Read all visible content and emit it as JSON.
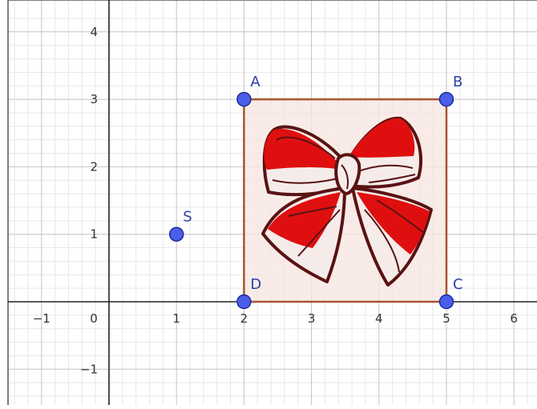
{
  "graph": {
    "x_range": [
      -1.5,
      6.5
    ],
    "y_range": [
      -1.5,
      4.3
    ],
    "minor_step": 0.2,
    "major_step": 1,
    "x_ticks": [
      -1,
      0,
      1,
      2,
      3,
      4,
      5,
      6
    ],
    "y_ticks": [
      -1,
      1,
      2,
      3,
      4
    ],
    "x_tick_labels": [
      "−1",
      "0",
      "1",
      "2",
      "3",
      "4",
      "5",
      "6"
    ],
    "y_tick_labels": [
      "−1",
      "1",
      "2",
      "3",
      "4"
    ],
    "origin_label": "0",
    "colors": {
      "minor_grid": "#e7e7e7",
      "major_grid": "#c4c4c4",
      "axis": "#222222",
      "point_fill": "#4a5ee8",
      "point_stroke": "#1c2b9c",
      "rect_fill": "#f7e6e0",
      "rect_stroke": "#a9552f",
      "bow_red": "#e00f0f",
      "bow_white": "#f5ecea",
      "bow_outline": "#5a1212"
    }
  },
  "points": [
    {
      "name": "A",
      "x": 2,
      "y": 3
    },
    {
      "name": "B",
      "x": 5,
      "y": 3
    },
    {
      "name": "C",
      "x": 5,
      "y": 0
    },
    {
      "name": "D",
      "x": 2,
      "y": 0
    },
    {
      "name": "S",
      "x": 1,
      "y": 1
    }
  ],
  "rectangle": {
    "vertices": [
      "A",
      "B",
      "C",
      "D"
    ]
  },
  "image": {
    "icon": "bow-icon"
  }
}
